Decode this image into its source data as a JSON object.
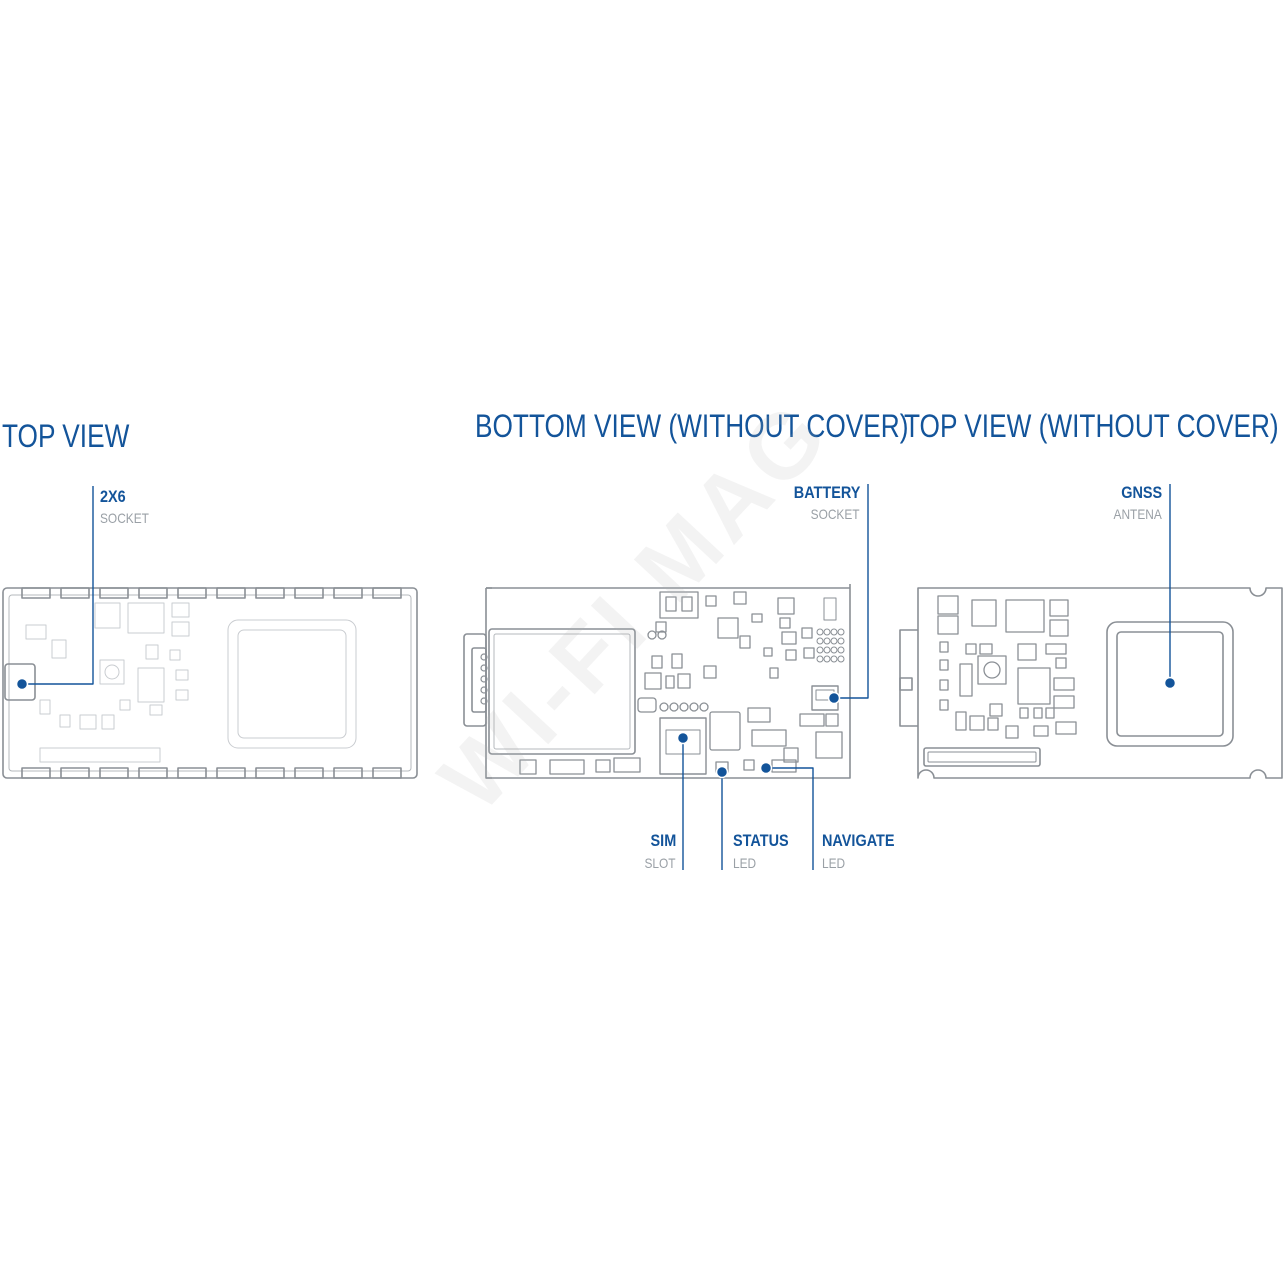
{
  "titles": {
    "top_view": "TOP VIEW",
    "bottom_view": "BOTTOM VIEW (WITHOUT COVER)",
    "top_view_no_cover": "TOP VIEW (WITHOUT COVER)"
  },
  "callouts": {
    "socket_2x6": {
      "main": "2X6",
      "sub": "SOCKET"
    },
    "battery": {
      "main": "BATTERY",
      "sub": "SOCKET"
    },
    "gnss": {
      "main": "GNSS",
      "sub": "ANTENA"
    },
    "sim": {
      "main": "SIM",
      "sub": "SLOT"
    },
    "status": {
      "main": "STATUS",
      "sub": "LED"
    },
    "navigate": {
      "main": "NAVIGATE",
      "sub": "LED"
    }
  },
  "watermark": "WI-FI MAG",
  "colors": {
    "accent": "#13549a",
    "outline": "#8a8f95",
    "faint": "#c9ccd0",
    "sublabel": "#9aa0a6"
  }
}
